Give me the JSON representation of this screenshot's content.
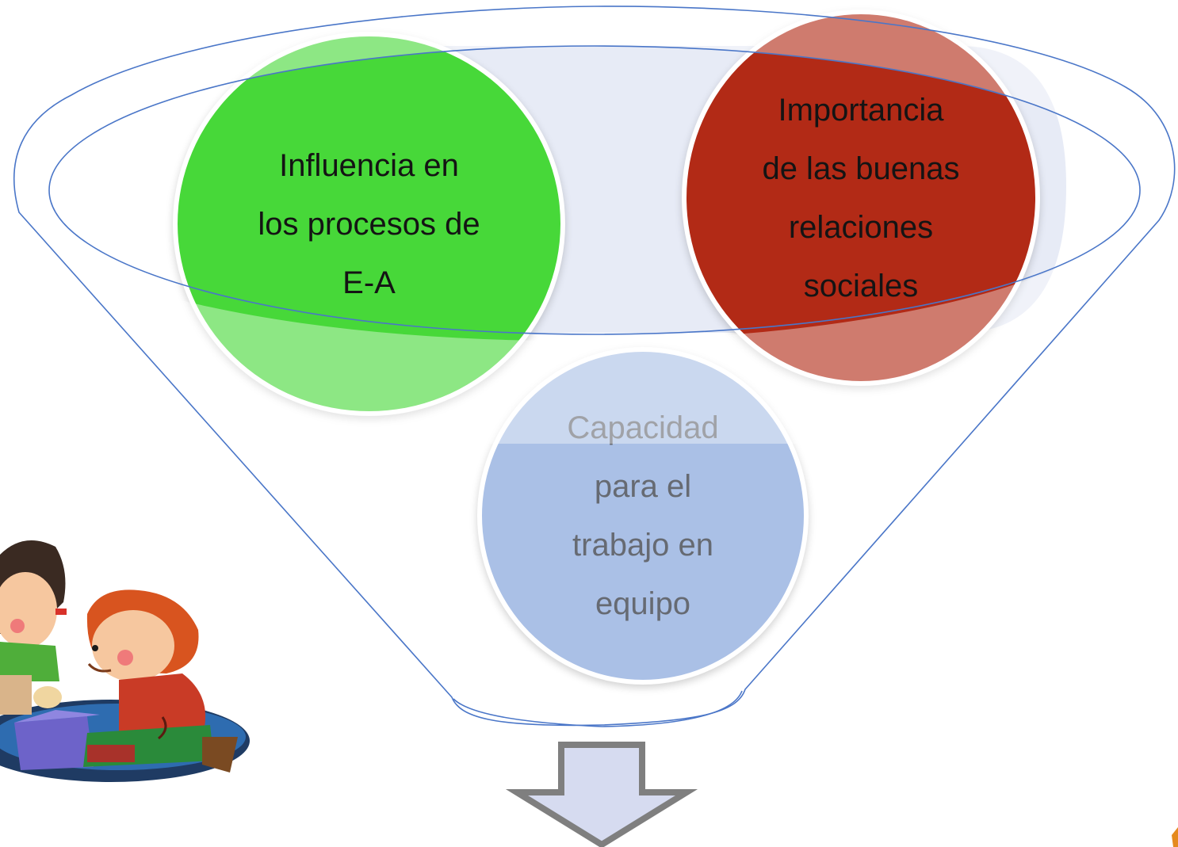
{
  "diagram": {
    "circles": [
      {
        "id": "green",
        "lines": [
          "Influencia en",
          "los procesos de",
          "E-A"
        ],
        "color": "#47d839"
      },
      {
        "id": "red",
        "lines": [
          "Importancia",
          "de las buenas",
          "relaciones",
          "sociales"
        ],
        "color": "#b22a16"
      },
      {
        "id": "blue",
        "lines": [
          "Capacidad",
          "para el",
          "trabajo en",
          "equipo"
        ],
        "color": "#aac0e6"
      }
    ],
    "funnel_outline_color": "#4a76c8",
    "arrow": {
      "direction": "down",
      "fill": "#d6dbf0",
      "stroke": "#7f7f7f"
    },
    "illustration": {
      "icon": "children-playing-blocks-icon"
    }
  }
}
